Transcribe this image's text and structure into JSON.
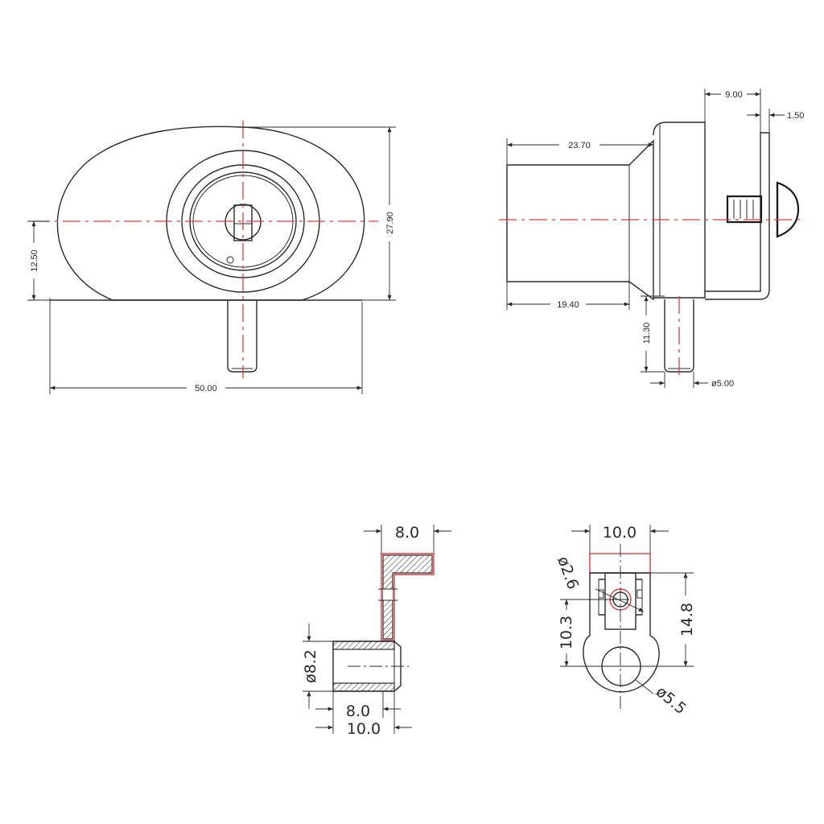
{
  "front_view": {
    "width_dim": "50.00",
    "height_dim": "27.90",
    "offset_dim": "12.50"
  },
  "side_view": {
    "body_length_dim": "23.70",
    "flange_dim": "9.00",
    "plate_dim": "1.50",
    "neck_dim": "19.40",
    "pin_length_dim": "11.30",
    "pin_dia_dim": "ø5.00"
  },
  "bracket_section": {
    "top_dim": "8.0",
    "bore_dim": "ø8.2",
    "inner_dim": "8.0",
    "overall_dim": "10.0"
  },
  "bracket_plan": {
    "width_dim": "10.0",
    "height_dim": "14.8",
    "center_dim": "10.3",
    "small_hole_dim": "ø2.6",
    "large_hole_dim": "ø5.5"
  },
  "colors": {
    "line": "#2a2a2a",
    "centerline": "#e23a3a"
  }
}
